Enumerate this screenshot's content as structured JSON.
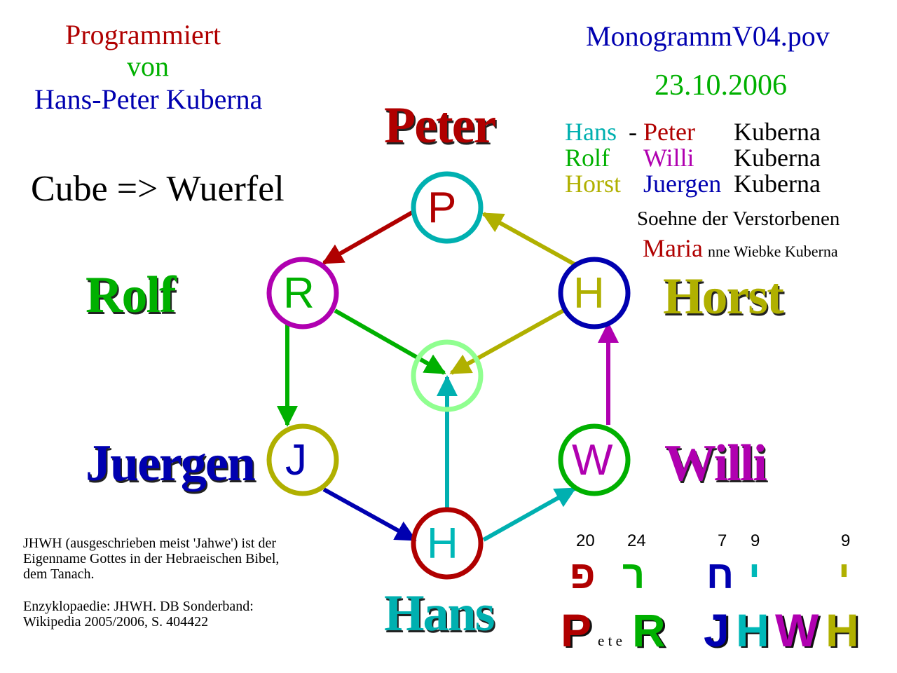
{
  "credit": {
    "line1": "Programmiert",
    "line2": "von",
    "line3": "Hans-Peter Kuberna"
  },
  "file": {
    "name": "MonogrammV04.pov",
    "date": "23.10.2006"
  },
  "cube_label": "Cube => Wuerfel",
  "names": {
    "peter": "Peter",
    "rolf": "Rolf",
    "horst": "Horst",
    "juergen": "Juergen",
    "willi": "Willi",
    "hans": "Hans"
  },
  "nodes": {
    "p": "P",
    "r": "R",
    "h_top": "H",
    "j": "J",
    "w": "W",
    "h_bottom": "H"
  },
  "family": {
    "rows": [
      {
        "a": "Hans",
        "sep": "-",
        "b": "Peter",
        "c": "Kuberna"
      },
      {
        "a": "Rolf",
        "sep": "",
        "b": "Willi",
        "c": "Kuberna"
      },
      {
        "a": "Horst",
        "sep": "",
        "b": "Juergen",
        "c": "Kuberna"
      }
    ],
    "sons": "Soehne der Verstorbenen",
    "mother_a": "Maria",
    "mother_b": "nne Wiebke Kuberna"
  },
  "note": {
    "p1": "JHWH (ausgeschrieben meist 'Jahwe') ist der",
    "p2": "Eigenname Gottes in der Hebraeischen Bibel,",
    "p3": "dem Tanach.",
    "p4": "Enzyklopaedie: JHWH. DB Sonderband:",
    "p5": "Wikipedia 2005/2006, S. 404422"
  },
  "hebrew": [
    {
      "num": "20",
      "glyph": "פ",
      "color": "#b00000"
    },
    {
      "num": "24",
      "glyph": "ר",
      "color": "#00b000"
    },
    {
      "num": "7",
      "glyph": "ח",
      "color": "#0000b0"
    },
    {
      "num": "9",
      "glyph": "י",
      "color": "#00b8b8"
    },
    {
      "num": "9",
      "glyph": "י",
      "color": "#b0b000"
    }
  ],
  "mono": {
    "p": "P",
    "ete": "e t e",
    "r": "R",
    "j": "J",
    "h1": "H",
    "w": "W",
    "h2": "H"
  },
  "colors": {
    "red": "#b00000",
    "green": "#00b000",
    "blue": "#0000b0",
    "teal": "#00b0b0",
    "olive": "#b0b000",
    "magenta": "#b000b0",
    "lightgreen": "#90ff90"
  }
}
